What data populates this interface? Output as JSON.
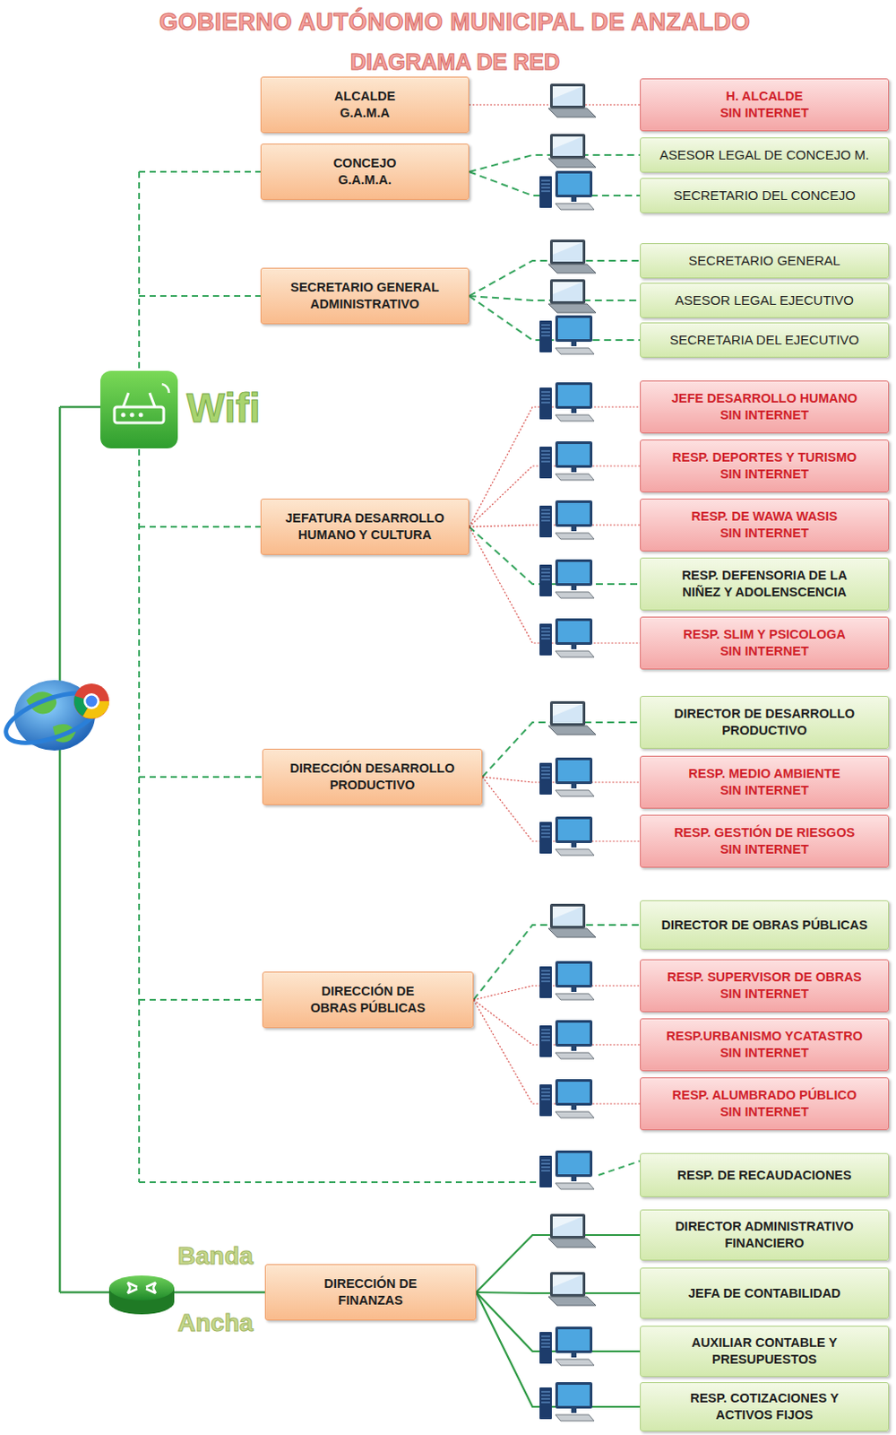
{
  "diagram": {
    "title": "GOBIERNO AUTÓNOMO MUNICIPAL DE ANZALDO",
    "nodes": [
      {
        "text": [
          "ALCALDE G.A.M.A"
        ]
      },
      {
        "text": [
          "H. ALCALDE",
          "SIN INTERNET"
        ]
      },
      {
        "text": [
          "CONCEJO G.A.M.A."
        ]
      },
      {
        "text": [
          "ASESOR LEGAL DE CONCEJO M."
        ]
      },
      {
        "text": [
          "SECRETARIO DEL CONCEJO"
        ]
      },
      {
        "text": [
          "SECRETARIO GENERAL ADMINISTRATIVO"
        ]
      },
      {
        "text": [
          "SECRETARIO GENERAL"
        ]
      },
      {
        "text": [
          "ASESOR LEGAL EJECUTIVO"
        ]
      },
      {
        "text": [
          "SECRETARIA DEL EJECUTIVO"
        ]
      },
      {
        "text": [
          "JEFATURA DESARROLLO HUMANO Y CULTURA"
        ]
      },
      {
        "text": [
          "JEFE DESARROLLO HUMANO",
          "SIN INTERNET"
        ]
      },
      {
        "text": [
          "RESP. DEPORTES Y TURISMO",
          "SIN INTERNET"
        ]
      },
      {
        "text": [
          "RESP. DE WAWA WASIS",
          "SIN INTERNET"
        ]
      },
      {
        "text": [
          "RESP. DEFENSORIA DE LA NIÑEZ Y ADOLENSCENCIA"
        ]
      },
      {
        "text": [
          "RESP. SLIM Y PSICOLOGA",
          "SIN INTERNET"
        ]
      },
      {
        "text": [
          "DIRECCIÓN DESARROLLO PRODUCTIVO"
        ]
      },
      {
        "text": [
          "DIRECTOR DE DESARROLLO PRODUCTIVO"
        ]
      },
      {
        "text": [
          "RESP. MEDIO AMBIENTE",
          "SIN INTERNET"
        ]
      },
      {
        "text": [
          "RESP. GESTIÓN DE RIESGOS",
          "SIN INTERNET"
        ]
      },
      {
        "text": [
          "DIRECCIÓN DE OBRAS PÚBLICAS"
        ]
      },
      {
        "text": [
          "DIRECTOR DE OBRAS PÚBLICAS"
        ]
      },
      {
        "text": [
          "RESP. SUPERVISOR DE OBRAS",
          "SIN INTERNET"
        ]
      },
      {
        "text": [
          "RESP.URBANISMO YCATASTRO",
          "SIN INTERNET"
        ]
      },
      {
        "text": [
          "RESP. ALUMBRADO PÚBLICO",
          "SIN INTERNET"
        ]
      },
      {
        "text": [
          "RESP. DE RECAUDACIONES"
        ]
      },
      {
        "text": [
          "DIRECCIÓN DE FINANZAS"
        ]
      },
      {
        "text": [
          "DIRECTOR ADMINISTRATIVO FINANCIERO"
        ]
      },
      {
        "text": [
          "JEFA DE CONTABILIDAD"
        ]
      },
      {
        "text": [
          "AUXILIAR CONTABLE Y PRESUPUESTOS"
        ]
      },
      {
        "text": [
          "RESP. COTIZACIONES Y ACTIVOS FIJOS"
        ]
      }
    ],
    "edges": [
      {
        "from": 0,
        "to": 1,
        "arrow": "none"
      },
      {
        "from": 2,
        "to": 3,
        "arrow": "none"
      },
      {
        "from": 2,
        "to": 4,
        "arrow": "none"
      },
      {
        "from": 5,
        "to": 6,
        "arrow": "none"
      },
      {
        "from": 5,
        "to": 7,
        "arrow": "none"
      },
      {
        "from": 5,
        "to": 8,
        "arrow": "none"
      },
      {
        "from": 9,
        "to": 10,
        "arrow": "none"
      },
      {
        "from": 9,
        "to": 11,
        "arrow": "none"
      },
      {
        "from": 9,
        "to": 12,
        "arrow": "none"
      },
      {
        "from": 9,
        "to": 13,
        "arrow": "none"
      },
      {
        "from": 9,
        "to": 14,
        "arrow": "none"
      },
      {
        "from": 15,
        "to": 16,
        "arrow": "none"
      },
      {
        "from": 15,
        "to": 17,
        "arrow": "none"
      },
      {
        "from": 15,
        "to": 18,
        "arrow": "none"
      },
      {
        "from": 19,
        "to": 20,
        "arrow": "none"
      },
      {
        "from": 19,
        "to": 21,
        "arrow": "none"
      },
      {
        "from": 19,
        "to": 22,
        "arrow": "none"
      },
      {
        "from": 19,
        "to": 23,
        "arrow": "none"
      },
      {
        "from": 25,
        "to": 26,
        "arrow": "none"
      },
      {
        "from": 25,
        "to": 27,
        "arrow": "none"
      },
      {
        "from": 25,
        "to": 28,
        "arrow": "none"
      },
      {
        "from": 25,
        "to": 29,
        "arrow": "none"
      }
    ],
    "labels": [
      "DIAGRAMA DE RED",
      "Wifi",
      "Banda",
      "Ancha"
    ]
  }
}
